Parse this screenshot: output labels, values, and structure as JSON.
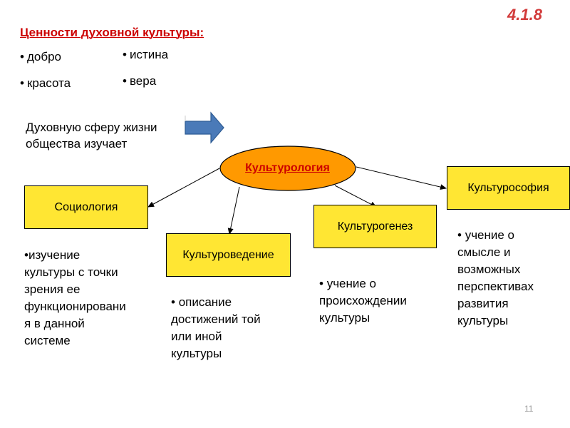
{
  "slide": {
    "code": "4.1.8",
    "page_number": "11"
  },
  "values": {
    "title": "Ценности духовной культуры:",
    "bullet_char": "•",
    "left_items": [
      "добро",
      "красота"
    ],
    "right_items": [
      "истина",
      "вера"
    ]
  },
  "study": {
    "text_line1": "Духовную сферу жизни",
    "text_line2": "общества изучает"
  },
  "center": {
    "label": "Культурология"
  },
  "branches": [
    {
      "label": "Социология",
      "desc_lines": [
        "изучение",
        "культуры с точки",
        "зрения ее",
        "функционировани",
        "я в данной",
        "системе"
      ]
    },
    {
      "label": "Культуроведение",
      "desc_lines": [
        "описание",
        "достижений той",
        "или иной",
        "культуры"
      ]
    },
    {
      "label": "Культурогенез",
      "desc_lines": [
        "учение о",
        "происхождении",
        "культуры"
      ]
    },
    {
      "label": "Культурософия",
      "desc_lines": [
        "учение о",
        "смысле и",
        "возможных",
        "перспективах",
        "развития",
        "культуры"
      ]
    }
  ],
  "colors": {
    "accent_red": "#cc0000",
    "box_fill": "#ffe633",
    "ellipse_fill": "#ff9900",
    "arrow_fill": "#4a7ab8",
    "code_color": "#d23c3c"
  }
}
